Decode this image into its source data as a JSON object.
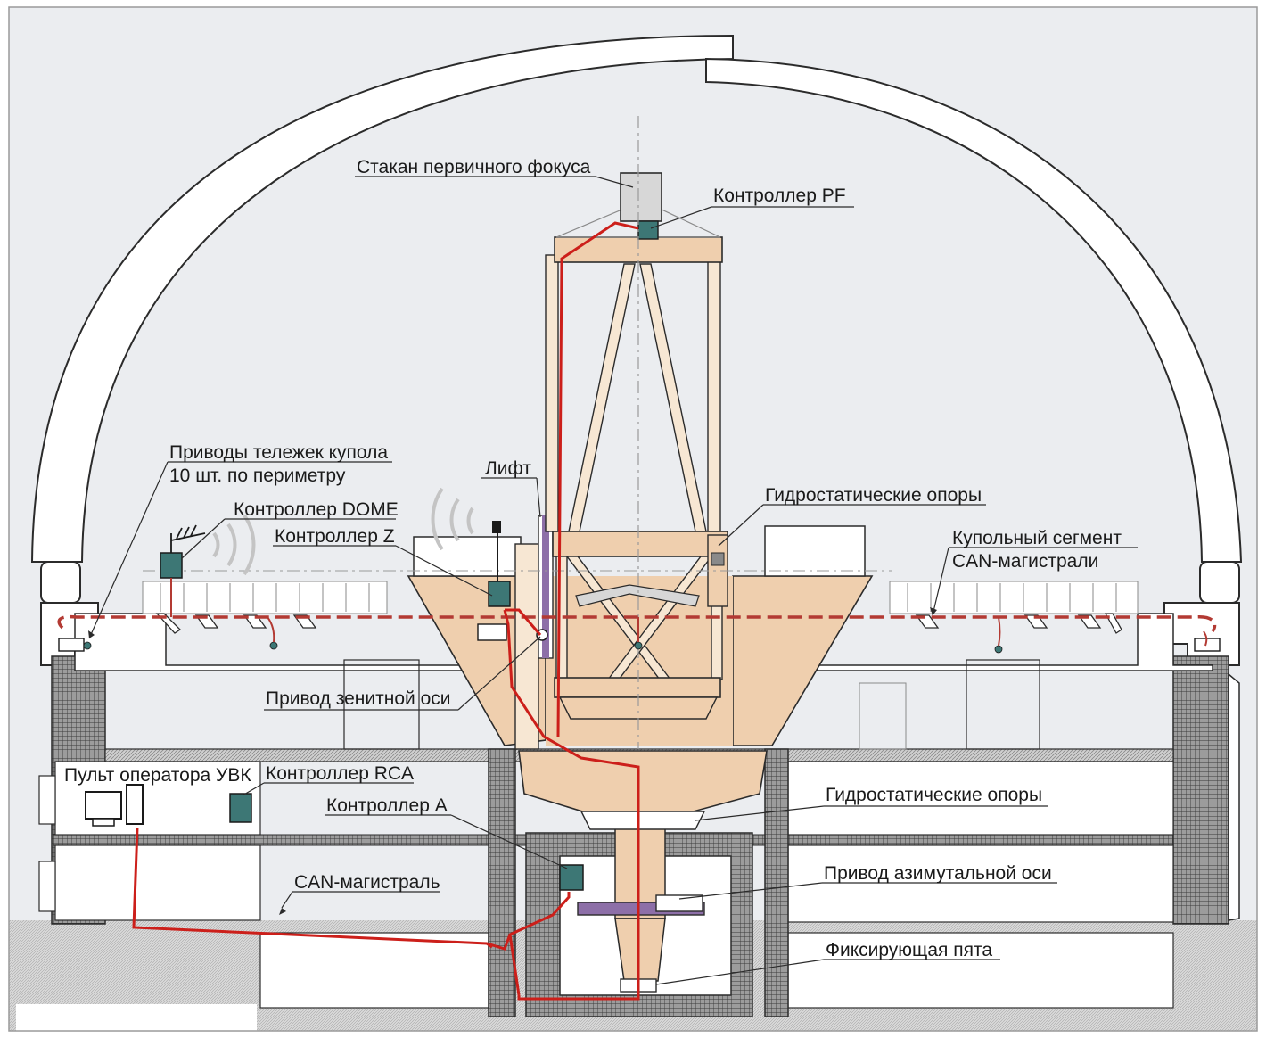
{
  "labels": {
    "pf_tube": "Стакан первичного фокуса",
    "pf_controller": "Контроллер PF",
    "dome_drives_line1": "Приводы тележек купола",
    "dome_drives_line2": "10 шт. по периметру",
    "dome_controller": "Контроллер DOME",
    "lift": "Лифт",
    "z_controller": "Контроллер Z",
    "hydro_upper": "Гидростатические опоры",
    "dome_can_line1": "Купольный сегмент",
    "dome_can_line2": "CAN-магистрали",
    "zenith_drive": "Привод зенитной оси",
    "operator_console": "Пульт оператора УВК",
    "rca_controller": "Контроллер RCA",
    "a_controller": "Контроллер A",
    "hydro_lower": "Гидростатические опоры",
    "can_bus": "CAN-магистраль",
    "azimuth_drive": "Привод азимутальной оси",
    "fixing_heel": "Фиксирующая пята"
  },
  "colors": {
    "background": "#ffffff",
    "interior": "#ebedf0",
    "structure_tan": "#efcfae",
    "truss_beam": "#f7e7d3",
    "controller_teal": "#3d7775",
    "can_wire_red": "#cc1f1a",
    "dome_bus_dashed": "#b33a33",
    "outline": "#2b2b2b"
  }
}
